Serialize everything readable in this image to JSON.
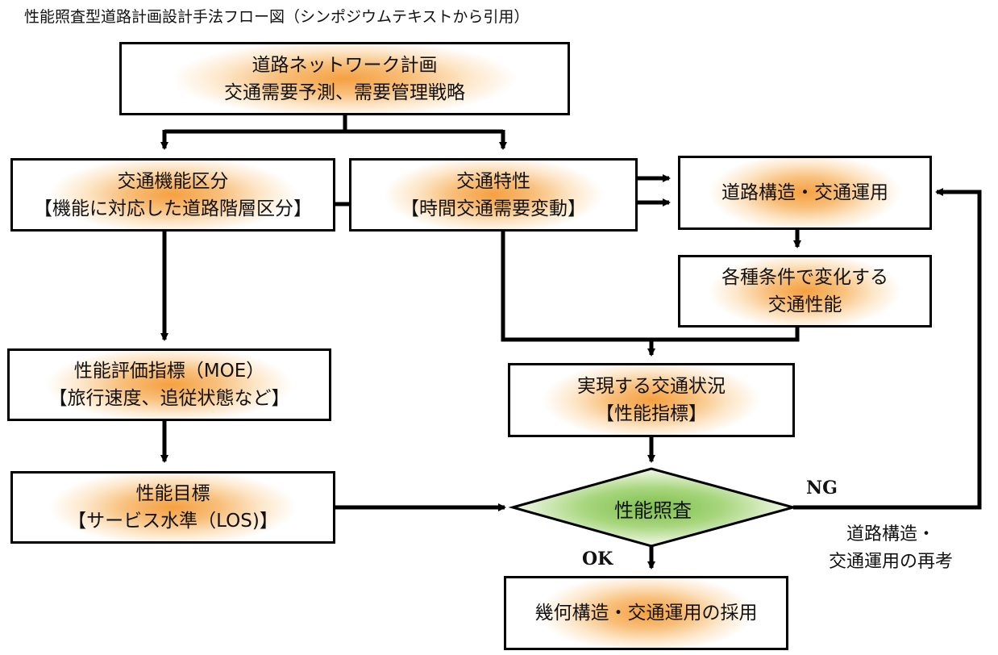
{
  "caption": "性能照査型道路計画設計手法フロー図（シンポジウムテキストから引用）",
  "nodes": {
    "network": {
      "line1": "道路ネットワーク計画",
      "line2": "交通需要予測、需要管理戦略"
    },
    "function_class": {
      "line1": "交通機能区分",
      "line2": "【機能に対応した道路階層区分】"
    },
    "traffic_char": {
      "line1": "交通特性",
      "line2": "【時間交通需要変動】"
    },
    "road_structure": {
      "line1": "道路構造・交通運用"
    },
    "conditions": {
      "line1": "各種条件で変化する",
      "line2": "交通性能"
    },
    "moe": {
      "line1": "性能評価指標（MOE）",
      "line2": "【旅行速度、追従状態など】"
    },
    "traffic_state": {
      "line1": "実現する交通状況",
      "line2": "【性能指標】"
    },
    "target": {
      "line1": "性能目標",
      "line2": "【サービス水準（LOS)】"
    },
    "check": {
      "label": "性能照査"
    },
    "adopt": {
      "line1": "幾何構造・交通運用の採用"
    }
  },
  "labels": {
    "ng": "NG",
    "ok": "OK",
    "reconsider_line1": "道路構造・",
    "reconsider_line2": "交通運用の再考"
  },
  "colors": {
    "box_fill_center": "#f5a040",
    "diamond_fill_center": "#7cbf4a",
    "line": "#000000"
  }
}
